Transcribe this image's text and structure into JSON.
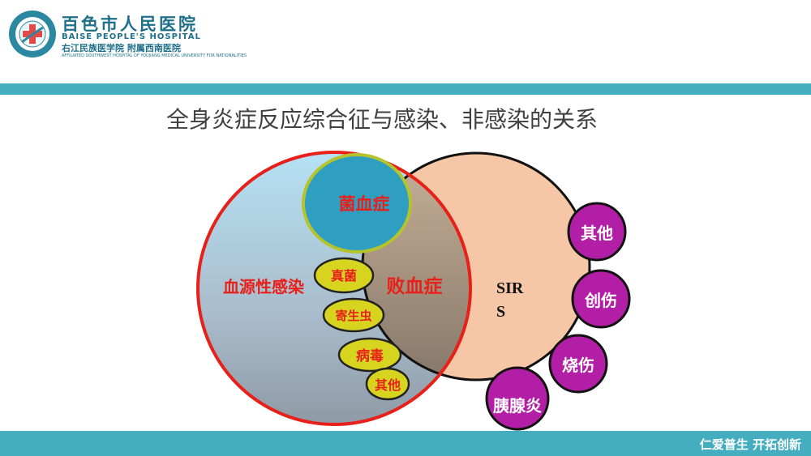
{
  "header": {
    "hospital_name_cn": "百色市人民医院",
    "hospital_name_en": "BAISE PEOPLE'S HOSPITAL",
    "university_cn": "右江民族医学院 附属西南医院",
    "university_en_fine": "AFFILIATED SOUTHWEST HOSPITAL OF YOUJIANG MEDICAL UNIVERSITY FOR NATIONALITIES"
  },
  "title": "全身炎症反应综合征与感染、非感染的关系",
  "diagram": {
    "bacteremia": "菌血症",
    "bloodstream_infection": "血源性感染",
    "sepsis": "败血症",
    "sirs_line1": "SIR",
    "sirs_line2": "S",
    "pathogens": [
      "真菌",
      "寄生虫",
      "病毒",
      "其他"
    ],
    "noninfectious": [
      "其他",
      "创伤",
      "烧伤",
      "胰腺炎"
    ]
  },
  "footer": {
    "slogan": "仁爱普生  开拓创新"
  },
  "colors": {
    "band": "#45adc0",
    "infection_outline": "#e8201a",
    "sirs_fill": "#f6c7a6",
    "bacteremia_fill": "#2e9fc1",
    "pathogen_fill": "#d7d420",
    "noninfectious_fill": "#b21ea5",
    "label_red": "#e8201a"
  }
}
